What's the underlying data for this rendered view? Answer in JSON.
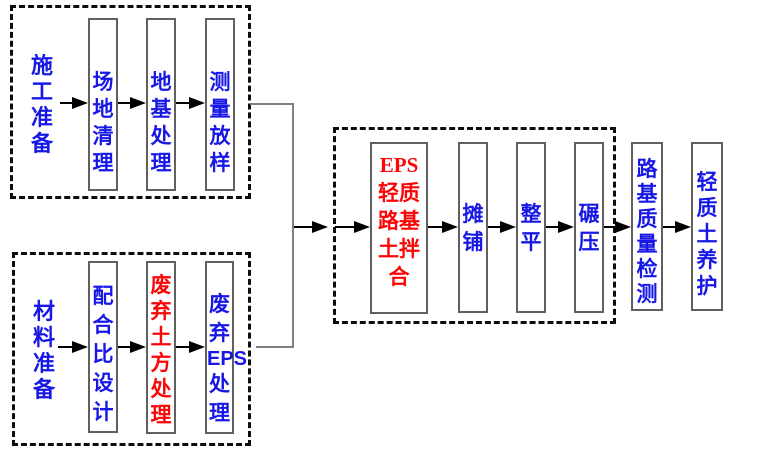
{
  "diagram": {
    "title": "EPS lightweight roadbed construction flowchart",
    "colors": {
      "text_blue": "#1717e6",
      "text_red": "#fb0606",
      "box_border_gray": "#606060",
      "dashed_frame_black": "#0d0d0d",
      "connector_gray": "#808080",
      "arrow_black": "#000000",
      "background": "#ffffff"
    },
    "groups": {
      "construction_prep": {
        "label": "施工准备"
      },
      "material_prep": {
        "label": "材料准备"
      }
    },
    "nodes": {
      "site_clearing": "场地清理",
      "foundation_treatment": "地基处理",
      "survey_layout": "测量放样",
      "mix_design": "配合比设计",
      "waste_soil_disposal": "废弃土方处理",
      "waste_eps": {
        "pre": "废弃",
        "em": "EPS",
        "post": "处理"
      },
      "eps_mixing_lines": [
        "EPS",
        "轻质",
        "路基",
        "土拌",
        "合"
      ],
      "paving": "摊铺",
      "leveling": "整平",
      "rolling": "碾压",
      "quality_inspection": "路基质量检测",
      "lightweight_soil_curing": "轻质土养护"
    }
  }
}
